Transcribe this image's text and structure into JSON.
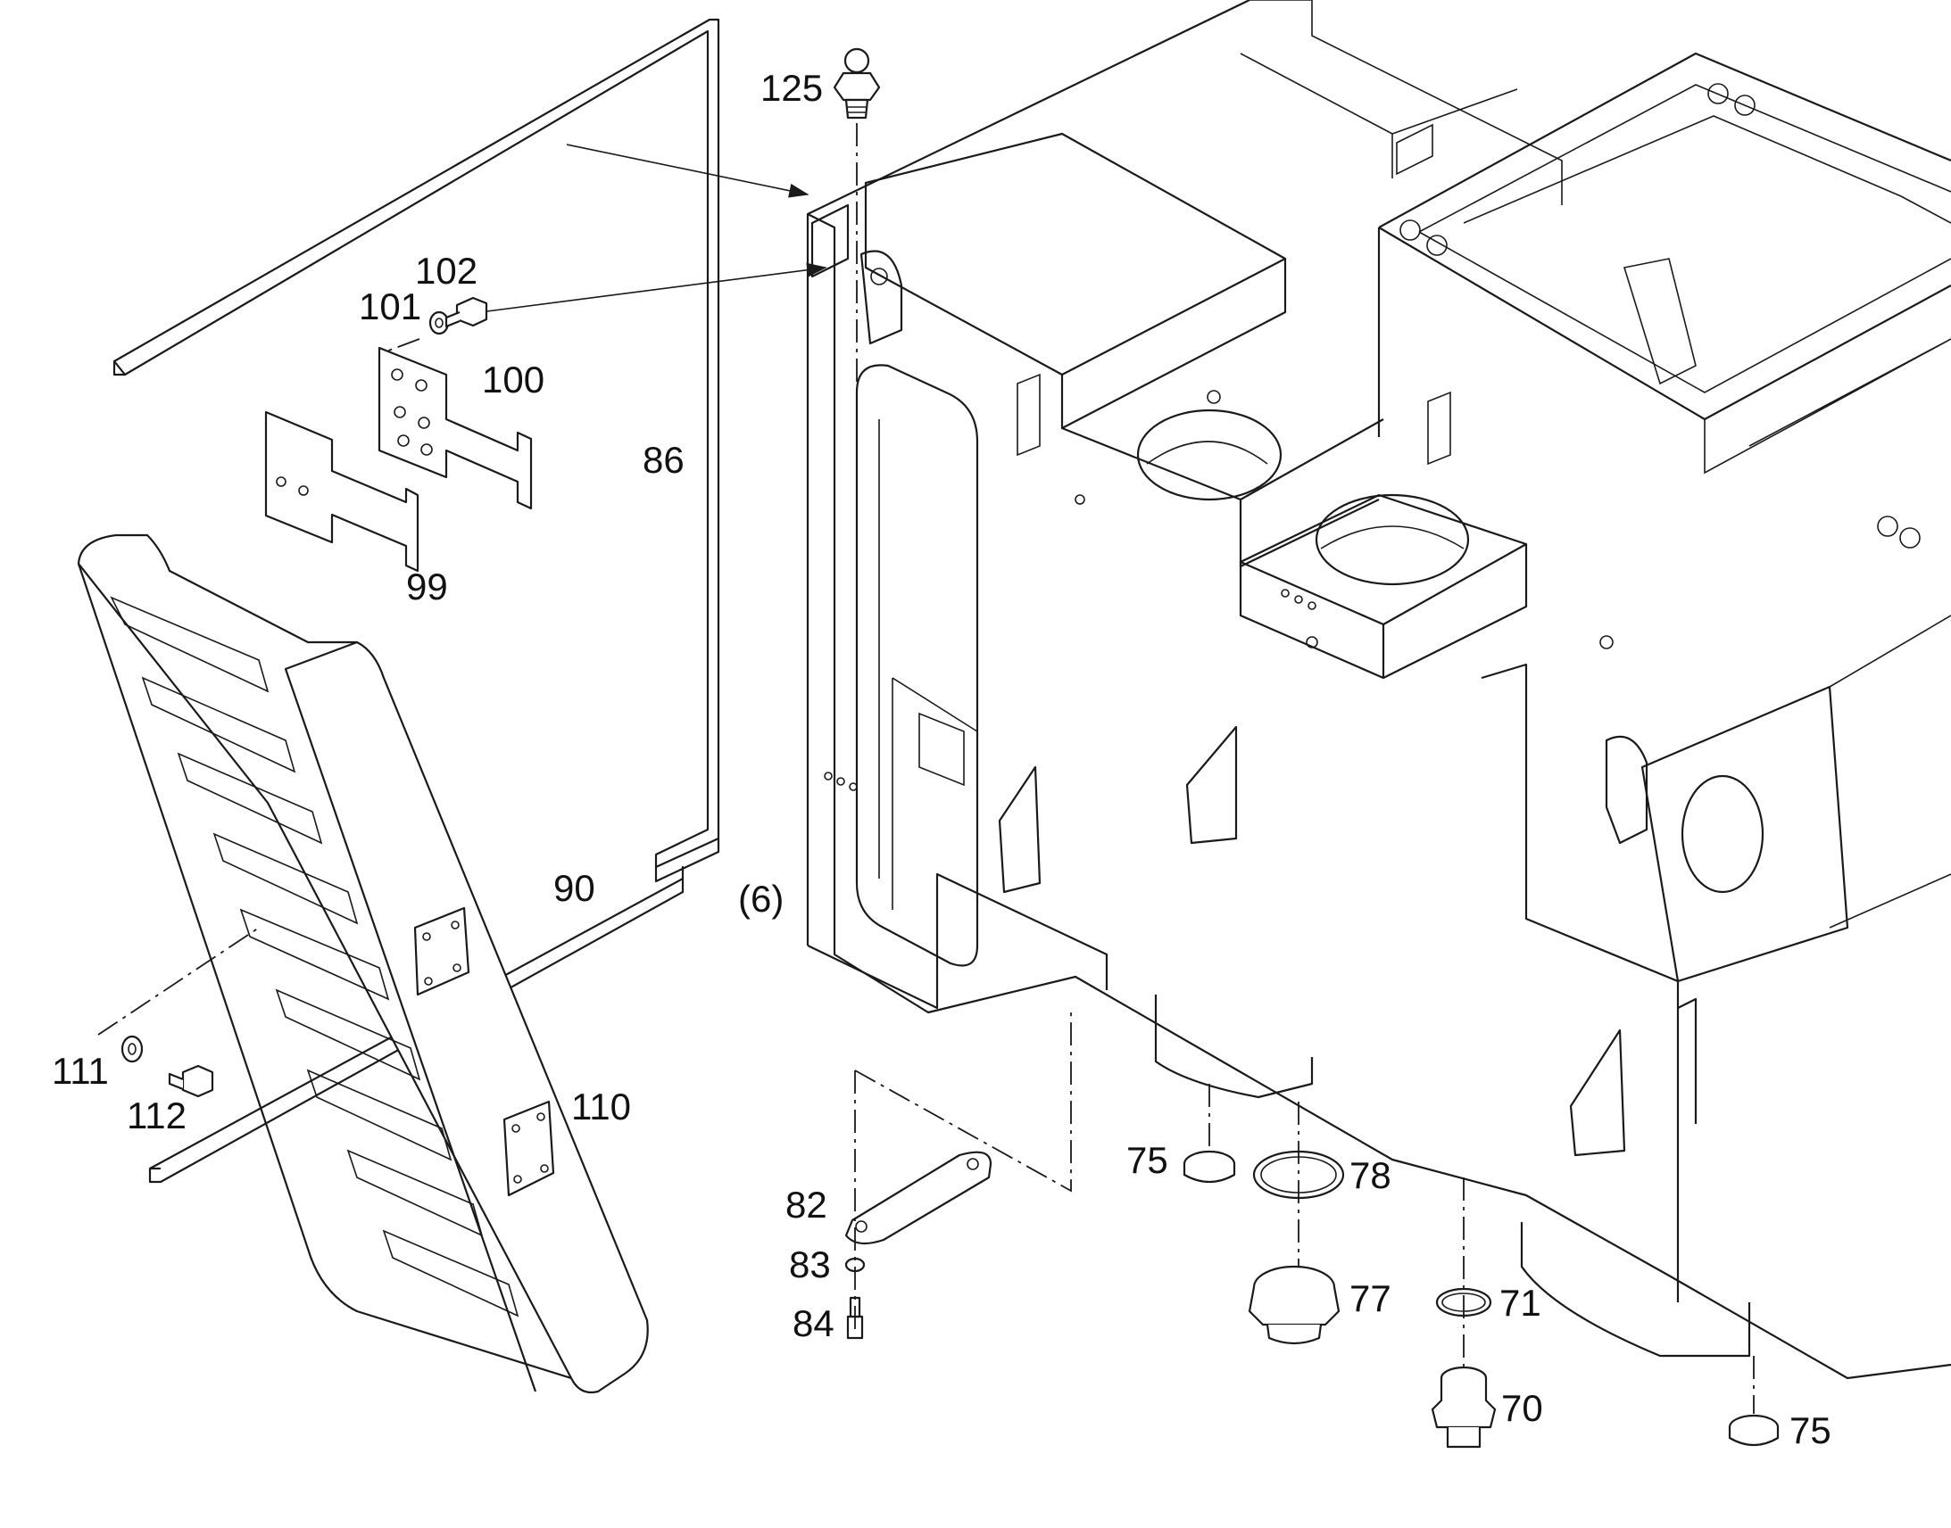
{
  "labels": {
    "p125": "125",
    "p102": "102",
    "p101": "101",
    "p100": "100",
    "p86": "86",
    "p99": "99",
    "p90": "90",
    "p6": "(6)",
    "p111": "111",
    "p112": "112",
    "p110": "110",
    "p82": "82",
    "p83": "83",
    "p84": "84",
    "p75a": "75",
    "p78": "78",
    "p77": "77",
    "p71": "71",
    "p70": "70",
    "p75b": "75"
  },
  "colors": {
    "line": "#1a1a1a",
    "background": "#ffffff"
  }
}
